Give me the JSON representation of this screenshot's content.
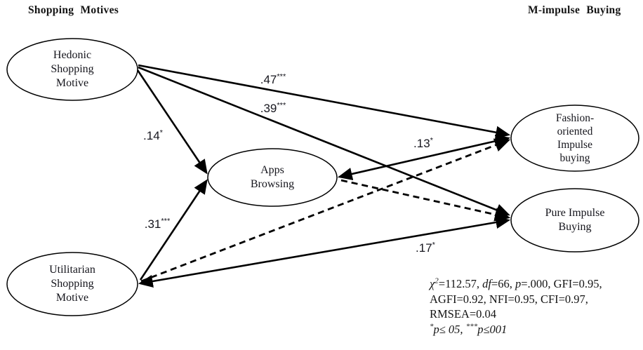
{
  "header": {
    "left_title": "Shopping Motives",
    "right_title": "M-impulse Buying"
  },
  "nodes": {
    "hedonic": {
      "label": "Hedonic\nShopping\nMotive"
    },
    "utilitarian": {
      "label": "Utilitarian\nShopping\nMotive"
    },
    "apps": {
      "label": "Apps\nBrowsing"
    },
    "fashion": {
      "label": "Fashion-\noriented\nImpulse\nbuying"
    },
    "pure": {
      "label": "Pure Impulse\nBuying"
    }
  },
  "coefficients": {
    "hedonic_fashion": {
      "value": ".47",
      "stars": "***"
    },
    "hedonic_pure": {
      "value": ".39",
      "stars": "***"
    },
    "hedonic_apps": {
      "value": ".14",
      "stars": "*"
    },
    "utilitarian_apps": {
      "value": ".31",
      "stars": "***"
    },
    "apps_fashion": {
      "value": ".13",
      "stars": "*"
    },
    "utilitarian_pure": {
      "value": ".17",
      "stars": "*"
    }
  },
  "fit": {
    "chi_symbol": "χ",
    "chi_exp": "2",
    "chi_rest": "=112.57, ",
    "df_label": "df",
    "df_rest": "=66, ",
    "p_label": "p",
    "p_rest": "=.000, GFI=0.95,",
    "line2": "AGFI=0.92, NFI=0.95, CFI=0.97,",
    "line3": "RMSEA=0.04",
    "note_star1": "*",
    "note_seg1": "p≤ 05, ",
    "note_star2": "***",
    "note_seg2": "p≤001"
  },
  "colors": {
    "line": "#000000",
    "text": "#141414",
    "background": "#ffffff"
  }
}
